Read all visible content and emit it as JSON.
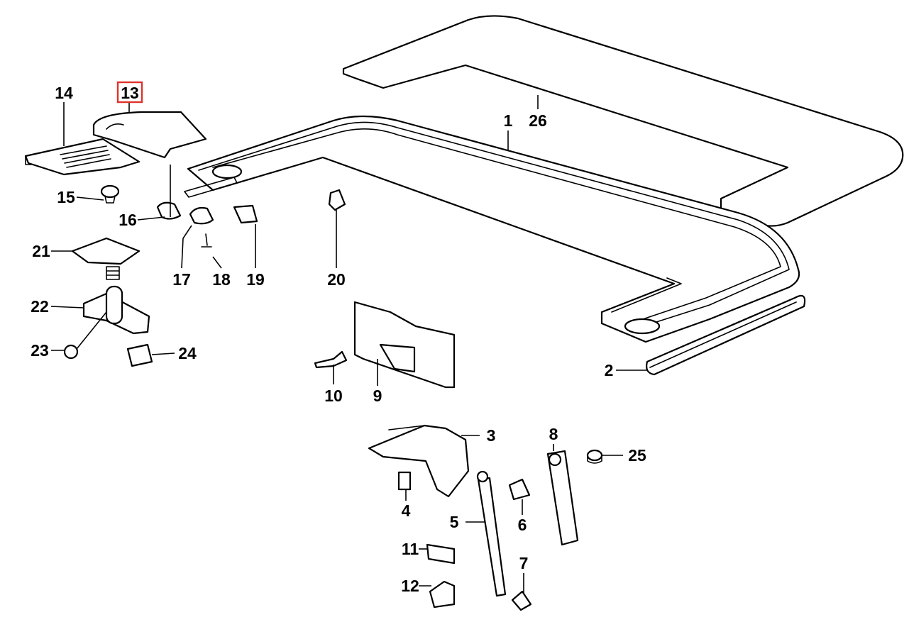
{
  "diagram": {
    "highlighted_callout": "13",
    "highlight_color": "#e0322b",
    "callouts": [
      {
        "id": "1",
        "label": "1"
      },
      {
        "id": "2",
        "label": "2"
      },
      {
        "id": "3",
        "label": "3"
      },
      {
        "id": "4",
        "label": "4"
      },
      {
        "id": "5",
        "label": "5"
      },
      {
        "id": "6",
        "label": "6"
      },
      {
        "id": "7",
        "label": "7"
      },
      {
        "id": "8",
        "label": "8"
      },
      {
        "id": "9",
        "label": "9"
      },
      {
        "id": "10",
        "label": "10"
      },
      {
        "id": "11",
        "label": "11"
      },
      {
        "id": "12",
        "label": "12"
      },
      {
        "id": "13",
        "label": "13"
      },
      {
        "id": "14",
        "label": "14"
      },
      {
        "id": "15",
        "label": "15"
      },
      {
        "id": "16",
        "label": "16"
      },
      {
        "id": "17",
        "label": "17"
      },
      {
        "id": "18",
        "label": "18"
      },
      {
        "id": "19",
        "label": "19"
      },
      {
        "id": "20",
        "label": "20"
      },
      {
        "id": "21",
        "label": "21"
      },
      {
        "id": "22",
        "label": "22"
      },
      {
        "id": "23",
        "label": "23"
      },
      {
        "id": "24",
        "label": "24"
      },
      {
        "id": "25",
        "label": "25"
      },
      {
        "id": "26",
        "label": "26"
      }
    ]
  }
}
